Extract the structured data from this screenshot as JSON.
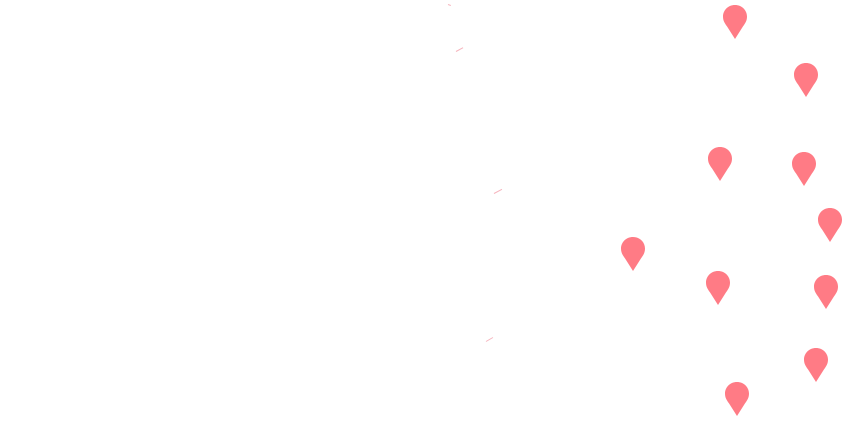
{
  "map": {
    "background_color": "#ffffff",
    "marker_color": "#ff7b85",
    "marker_icon": "map-pin-icon",
    "markers": [
      {
        "id": "marker-1"
      },
      {
        "id": "marker-2"
      },
      {
        "id": "marker-3"
      },
      {
        "id": "marker-4"
      },
      {
        "id": "marker-5"
      },
      {
        "id": "marker-6"
      },
      {
        "id": "marker-7"
      },
      {
        "id": "marker-8"
      },
      {
        "id": "marker-9"
      },
      {
        "id": "marker-10"
      },
      {
        "id": "marker-11"
      }
    ]
  }
}
